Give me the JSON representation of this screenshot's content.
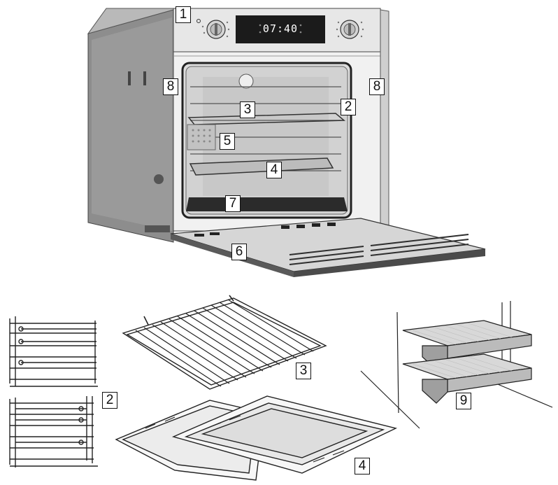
{
  "display": {
    "time": "07:40"
  },
  "callouts": {
    "controls": "1",
    "side_racks_top": "2",
    "wire_shelf_top": "3",
    "tray_top": "4",
    "fan_cover": "5",
    "door": "6",
    "oven_floor": "7",
    "fixing_left": "8",
    "fixing_right": "8",
    "side_racks_bottom": "2",
    "wire_shelf_bottom": "3",
    "trays_bottom": "4",
    "telescopic_runners": "9"
  },
  "colors": {
    "outline": "#222222",
    "panel": "#e9e9e9",
    "cabinet_side": "#8f8f8f",
    "display_bg": "#1b1b1b",
    "mesh": "#bdbdbd"
  }
}
